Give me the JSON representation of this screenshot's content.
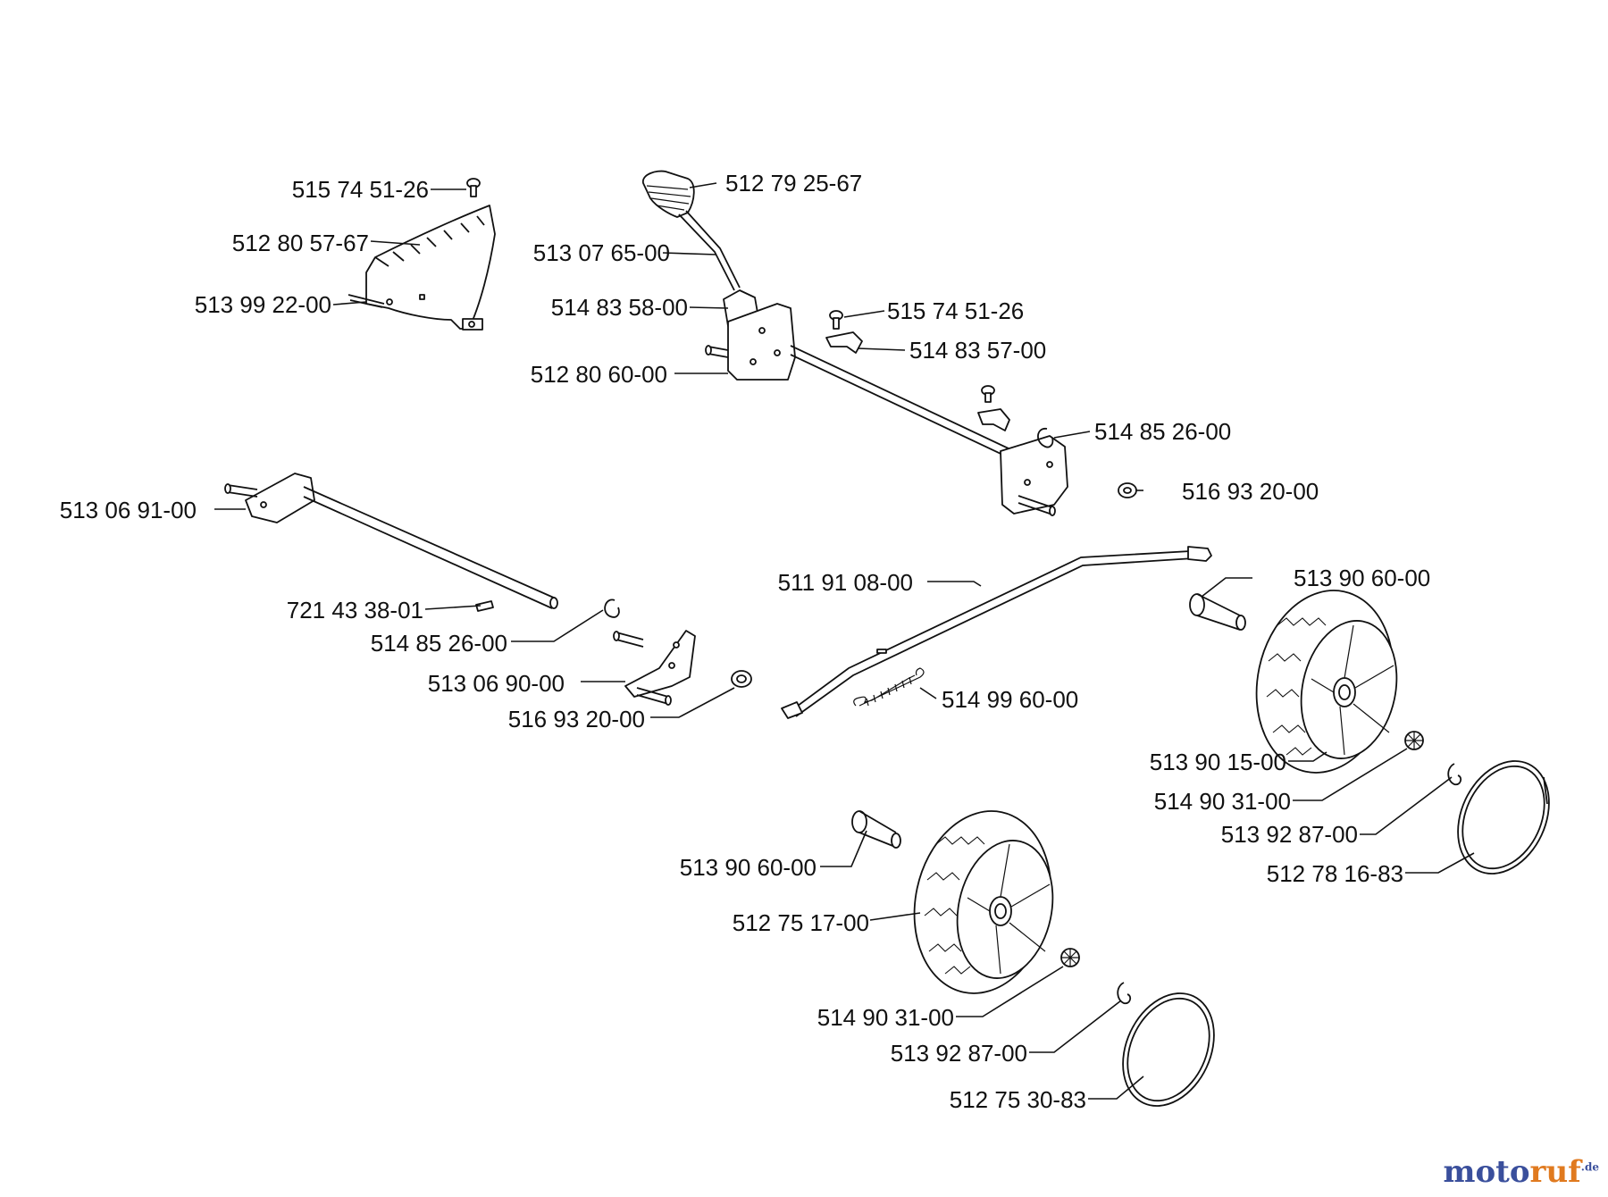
{
  "labels": [
    "515 74 51-26",
    "512 80 57-67",
    "513 99 22-00",
    "512 79 25-67",
    "513 07 65-00",
    "514 83 58-00",
    "512 80 60-00",
    "515 74 51-26",
    "514 83 57-00",
    "514 85 26-00",
    "516 93 20-00",
    "513 06 91-00",
    "721 43 38-01",
    "514 85 26-00",
    "513 06 90-00",
    "516 93 20-00",
    "511 91 08-00",
    "514 99 60-00",
    "513 90 60-00",
    "513 90 15-00",
    "514 90 31-00",
    "513 92 87-00",
    "512 78 16-83",
    "513 90 60-00",
    "512 75 17-00",
    "514 90 31-00",
    "513 92 87-00",
    "512 75 30-83"
  ],
  "watermark": {
    "part1": "moto",
    "part2": "ruf",
    "suffix": ".de"
  }
}
